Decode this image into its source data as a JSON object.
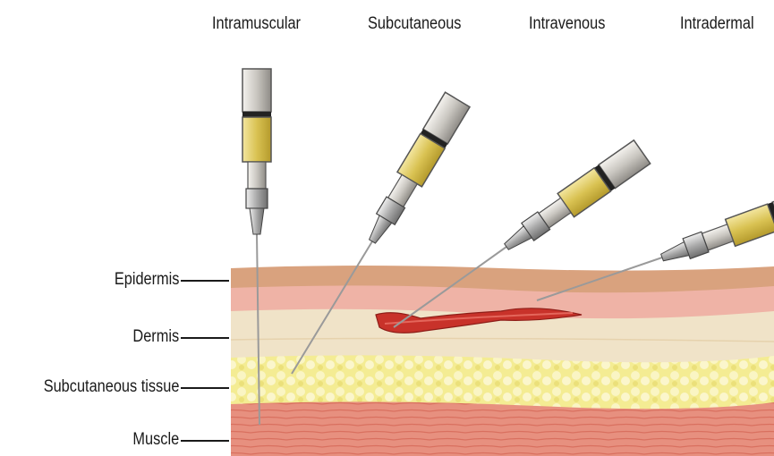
{
  "injection_types": [
    {
      "label": "Intramuscular"
    },
    {
      "label": "Subcutaneous"
    },
    {
      "label": "Intravenous"
    },
    {
      "label": "Intradermal"
    }
  ],
  "layers": [
    {
      "label": "Epidermis"
    },
    {
      "label": "Dermis"
    },
    {
      "label": "Subcutaneous tissue"
    },
    {
      "label": "Muscle"
    }
  ],
  "colors": {
    "epidermis": "#d9a27e",
    "dermis": "#efb3a6",
    "dermis_lower": "#f0e3c8",
    "subcutaneous": "#f3ea8c",
    "muscle": "#e98f80",
    "vein": "#c8322a",
    "syringe_barrel": "#d9d6cf",
    "syringe_fluid": "#e5cf6a",
    "needle": "#9a9a9a"
  }
}
